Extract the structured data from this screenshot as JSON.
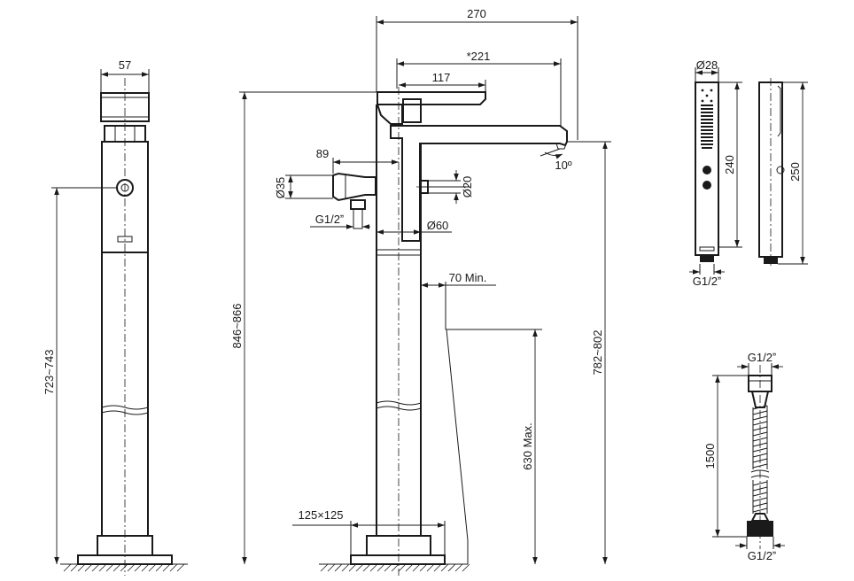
{
  "dimensions": {
    "side_width": "57",
    "side_height": "723~743",
    "front_total_height": "846~866",
    "reach": "270",
    "reach_star": "*221",
    "spout_length": "117",
    "holder_offset": "89",
    "holder_diameter": "Ø35",
    "handle_diameter": "Ø20",
    "thread_left": "G1/2ˮ",
    "column_diameter": "Ø60",
    "clearance": "70 Min.",
    "spout_angle": "10º",
    "outlet_height": "782~802",
    "rim_height": "630 Max.",
    "base_plate": "125×125",
    "shower_diameter": "Ø28",
    "shower_face_length": "240",
    "shower_side_length": "250",
    "shower_thread": "G1/2ˮ",
    "hose_thread_top": "G1/2ˮ",
    "hose_length": "1500",
    "hose_thread_bottom": "G1/2ˮ"
  }
}
